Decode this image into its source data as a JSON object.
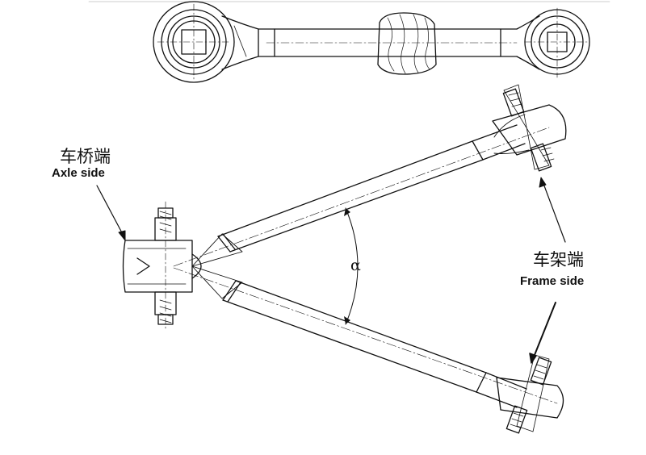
{
  "labels": {
    "axle_cn": "车桥端",
    "axle_en": "Axle side",
    "frame_cn": "车架端",
    "frame_en": "Frame side",
    "angle": "α"
  },
  "style": {
    "line_color": "#111111",
    "background": "#ffffff"
  }
}
